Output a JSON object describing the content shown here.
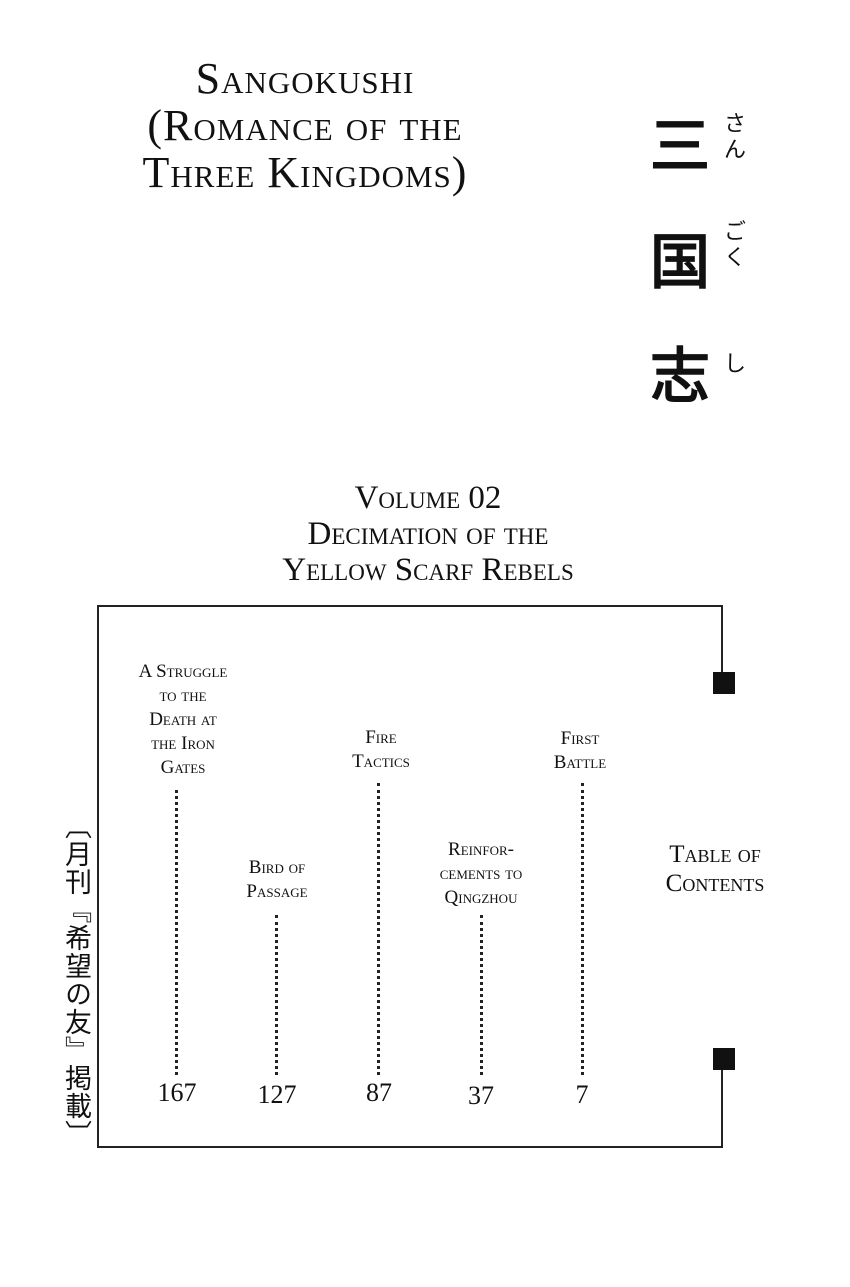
{
  "title": {
    "lines": [
      "Sangokushi",
      "(Romance of the",
      "Three Kingdoms)"
    ]
  },
  "japanese_title": {
    "kanji": [
      "三",
      "国",
      "志"
    ],
    "furigana": [
      "さん",
      "ごく",
      "し"
    ]
  },
  "volume": {
    "lines": [
      "Volume 02",
      "Decimation of the",
      "Yellow Scarf Rebels"
    ]
  },
  "serialization_note": "〔月刊『希望の友』掲載〕",
  "toc_heading": {
    "lines": [
      "Table of",
      "Contents"
    ]
  },
  "chapters": [
    {
      "label": [
        "First",
        "Battle"
      ],
      "page": "7"
    },
    {
      "label": [
        "Reinfor-",
        "cements to",
        "Qingzhou"
      ],
      "page": "37"
    },
    {
      "label": [
        "Fire",
        "Tactics"
      ],
      "page": "87"
    },
    {
      "label": [
        "Bird of",
        "Passage"
      ],
      "page": "127"
    },
    {
      "label": [
        "A Struggle",
        "to the",
        "Death at",
        "the Iron",
        "Gates"
      ],
      "page": "167"
    }
  ]
}
